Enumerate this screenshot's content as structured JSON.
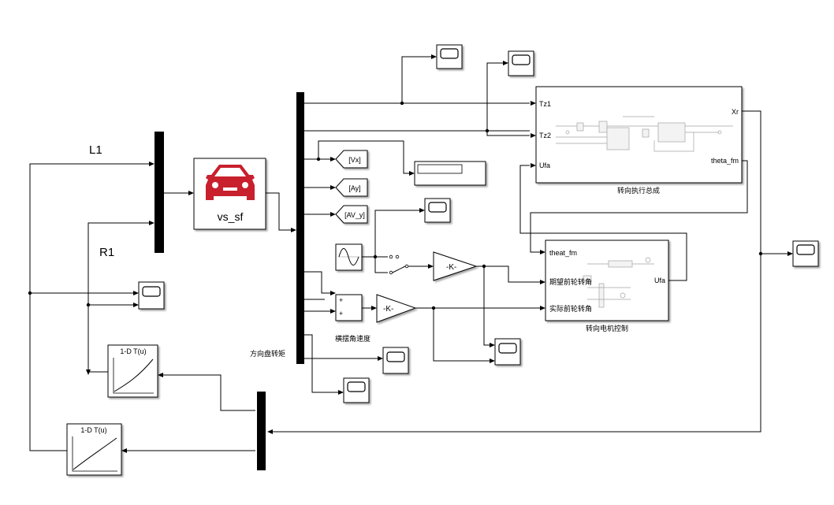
{
  "signals": {
    "L1": "L1",
    "R1": "R1",
    "steering_torque": "方向盘转矩",
    "yaw_rate": "横摆角速度"
  },
  "vehicle_block": {
    "label": "vs_sf",
    "icon": "car-icon"
  },
  "goto_tags": {
    "vx": "[Vx]",
    "ay": "[Ay]",
    "av_y": "[AV_y]"
  },
  "gains": {
    "gain1": "-K-",
    "gain2": "-K-"
  },
  "sum_block": {
    "sign1": "+",
    "sign2": "+"
  },
  "lookup_tables": {
    "table1": "1-D T(u)",
    "table2": "1-D T(u)"
  },
  "subsystem_actuator": {
    "name": "转向执行总成",
    "in1": "Tz1",
    "in2": "Tz2",
    "in3": "Ufa",
    "out1": "Xr",
    "out2": "theta_fm"
  },
  "subsystem_motor": {
    "name": "转向电机控制",
    "in1": "theat_fm",
    "in2": "期望前轮转角",
    "in3": "实际前轮转角",
    "out1": "Ufa"
  }
}
